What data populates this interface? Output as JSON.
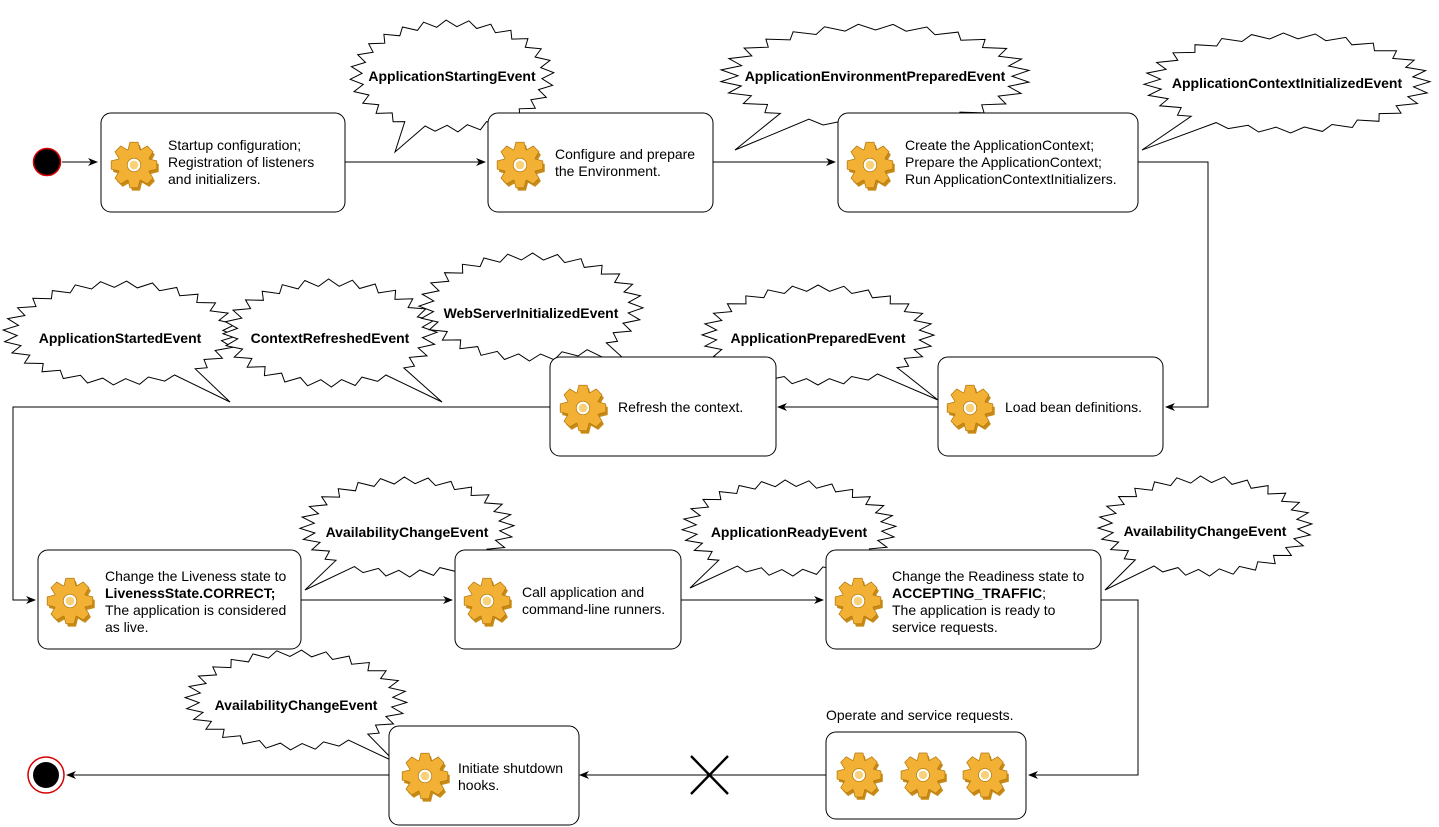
{
  "steps": {
    "startup": {
      "lines": [
        [
          "Startup configuration;"
        ],
        [
          "Registration of listeners"
        ],
        [
          "and initializers."
        ]
      ]
    },
    "environment": {
      "lines": [
        [
          "Configure and prepare"
        ],
        [
          "the Environment."
        ]
      ]
    },
    "context": {
      "lines": [
        [
          "Create the ApplicationContext;"
        ],
        [
          "Prepare the ApplicationContext;"
        ],
        [
          "Run ApplicationContextInitializers."
        ]
      ]
    },
    "load_beans": {
      "lines": [
        [
          "Load bean definitions."
        ]
      ]
    },
    "refresh": {
      "lines": [
        [
          "Refresh the context."
        ]
      ]
    },
    "liveness": {
      "lines": [
        [
          "Change the Liveness state to"
        ],
        [
          "LivenessState.CORRECT;"
        ],
        [
          "The application is considered"
        ],
        [
          "as live."
        ]
      ]
    },
    "runners": {
      "lines": [
        [
          "Call application and"
        ],
        [
          "command-line runners."
        ]
      ]
    },
    "readiness": {
      "lines": [
        [
          "Change the Readiness state to"
        ],
        [
          "ACCEPTING_TRAFFIC",
          ";"
        ],
        [
          "The application is ready to"
        ],
        [
          "service requests."
        ]
      ]
    },
    "operate": {
      "lines": []
    },
    "shutdown": {
      "lines": [
        [
          "Initiate shutdown"
        ],
        [
          "hooks."
        ]
      ]
    }
  },
  "operate_caption": "Operate and service requests.",
  "events": {
    "starting": "ApplicationStartingEvent",
    "env_prepared": "ApplicationEnvironmentPreparedEvent",
    "ctx_initialized": "ApplicationContextInitializedEvent",
    "prepared": "ApplicationPreparedEvent",
    "web_server": "WebServerInitializedEvent",
    "ctx_refreshed": "ContextRefreshedEvent",
    "started": "ApplicationStartedEvent",
    "availability_liveness": "AvailabilityChangeEvent",
    "ready": "ApplicationReadyEvent",
    "availability_readiness": "AvailabilityChangeEvent",
    "availability_shutdown": "AvailabilityChangeEvent"
  },
  "colors": {
    "gear_fill": "#f2b134",
    "gear_dark": "#c88a14",
    "start_fill": "#000000",
    "start_ring": "#d60000"
  },
  "icons": {
    "step": "gear-icon",
    "start": "start-node-icon",
    "end": "end-node-icon",
    "terminate": "x-terminate-icon"
  }
}
